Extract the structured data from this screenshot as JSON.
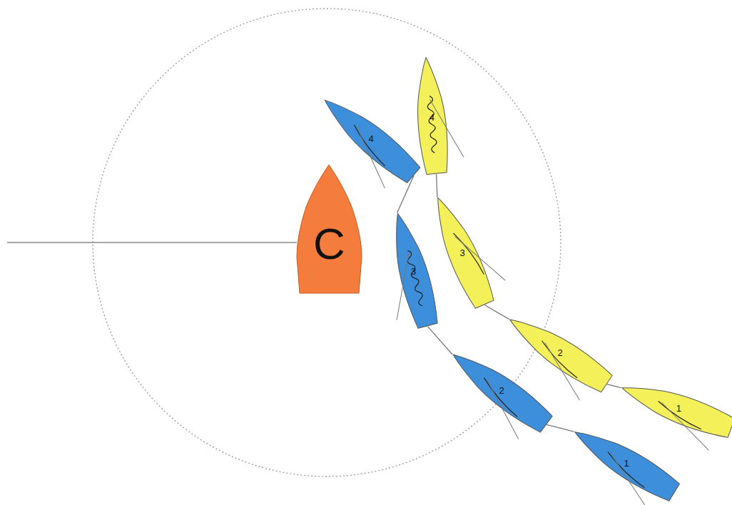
{
  "diagram": {
    "nodes": [
      {
        "text": [
          "4"
        ]
      },
      {
        "text": [
          "4"
        ]
      },
      {
        "text": [
          "C"
        ]
      },
      {
        "text": [
          "3"
        ]
      },
      {
        "text": [
          "3"
        ]
      },
      {
        "text": [
          "2"
        ]
      },
      {
        "text": [
          "2"
        ]
      },
      {
        "text": [
          "1"
        ]
      },
      {
        "text": [
          "1"
        ]
      }
    ],
    "edges": [
      {
        "from": 8,
        "to": 6,
        "arrow": "none"
      },
      {
        "from": 6,
        "to": 4,
        "arrow": "none"
      },
      {
        "from": 4,
        "to": 1,
        "arrow": "none"
      },
      {
        "from": 7,
        "to": 5,
        "arrow": "none"
      },
      {
        "from": 5,
        "to": 3,
        "arrow": "none"
      },
      {
        "from": 3,
        "to": 0,
        "arrow": "none"
      }
    ]
  }
}
